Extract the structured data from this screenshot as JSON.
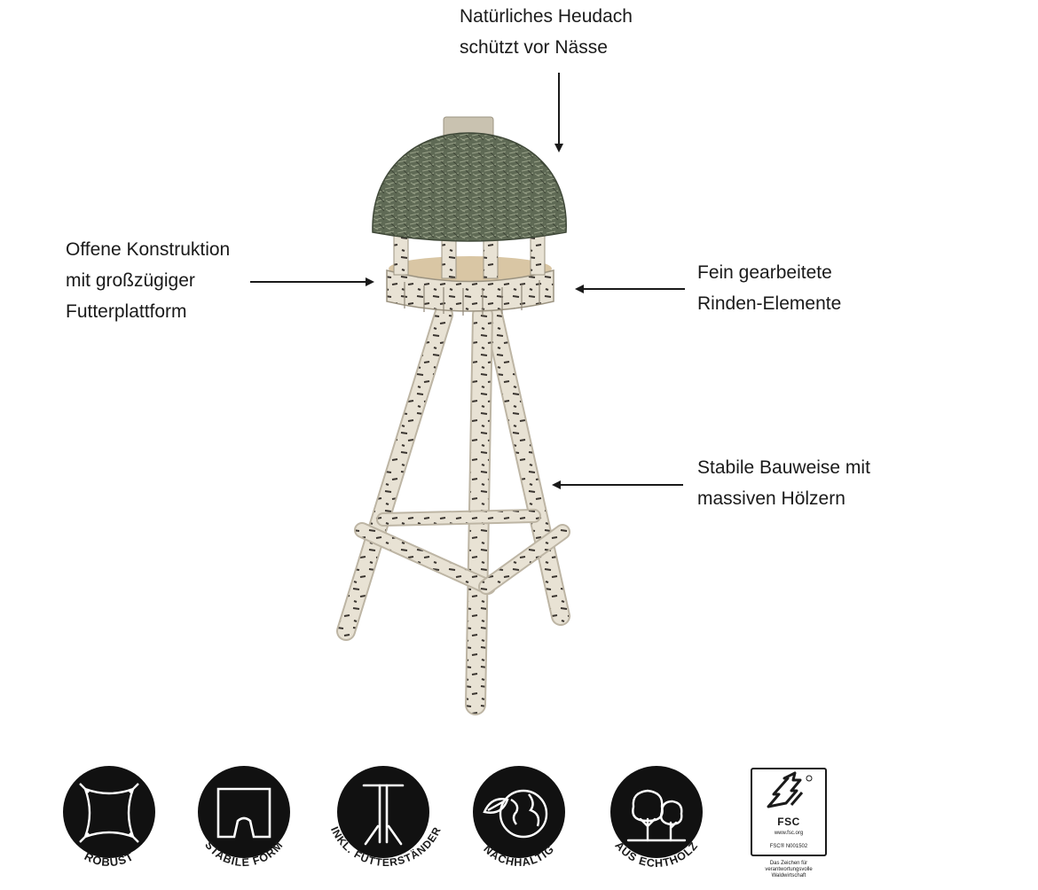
{
  "callouts": {
    "roof": {
      "line1": "Natürliches Heudach",
      "line2": "schützt vor Nässe"
    },
    "platform": {
      "line1": "Offene Konstruktion",
      "line2": "mit großzügiger",
      "line3": "Futterplattform"
    },
    "bark": {
      "line1": "Fein gearbeitete",
      "line2": "Rinden-Elemente"
    },
    "build": {
      "line1": "Stabile Bauweise mit",
      "line2": "massiven Hölzern"
    }
  },
  "badges": [
    {
      "label": "ROBUST",
      "icon": "square-stretch-icon"
    },
    {
      "label": "STABILE FORM",
      "icon": "arch-shape-icon"
    },
    {
      "label": "INKL. FUTTERSTÄNDER",
      "icon": "tripod-stand-icon"
    },
    {
      "label": "NACHHALTIG",
      "icon": "globe-leaf-icon"
    },
    {
      "label": "AUS ECHTHOLZ",
      "icon": "trees-icon"
    }
  ],
  "fsc": {
    "brand": "FSC",
    "website": "www.fsc.org",
    "license": "FSC® N001502",
    "note_line1": "Das Zeichen für",
    "note_line2": "verantwortungsvolle",
    "note_line3": "Waldwirtschaft"
  },
  "colors": {
    "text": "#1a1a1a",
    "birch": "#e8e2d4",
    "birch_dark": "#3a3530",
    "hay": "#5f6a55",
    "badge_fill": "#111111"
  }
}
